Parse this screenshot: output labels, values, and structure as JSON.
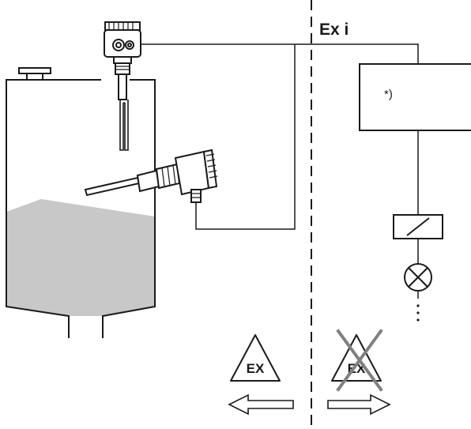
{
  "zone_label": "Ex i",
  "controller_note": "*)",
  "hazard_left_text": "EX",
  "hazard_right_text": "EX",
  "colors": {
    "line": "#1a1a1a",
    "fill_level": "#c8c8c8",
    "cross": "#808080"
  }
}
